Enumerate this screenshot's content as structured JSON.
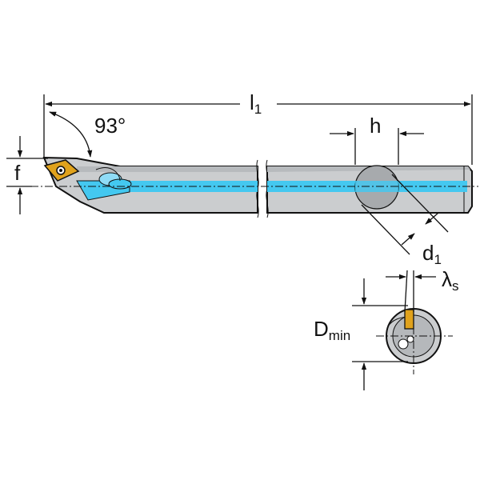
{
  "labels": {
    "length_main": "l",
    "length_sub": "1",
    "angle": "93°",
    "f": "f",
    "h": "h",
    "diameter_main": "d",
    "diameter_sub": "1",
    "inclination_main": "λ",
    "inclination_sub": "s",
    "dmin_main": "D",
    "dmin_sub": "min"
  },
  "colors": {
    "body": "#cbcdcf",
    "body_dark": "#a7aaad",
    "insert": "#e0a21c",
    "coolant": "#44c8f0",
    "line": "#111111"
  }
}
